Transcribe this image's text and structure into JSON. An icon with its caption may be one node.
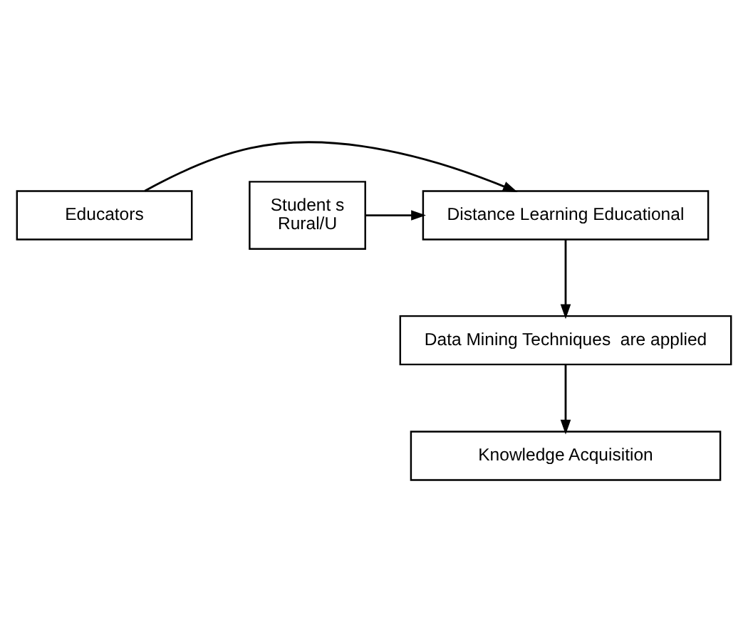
{
  "diagram": {
    "nodes": [
      {
        "text": [
          "Educators"
        ]
      },
      {
        "text": [
          "Distance Learning Educational"
        ]
      },
      {
        "text": [
          "Student s",
          "Rural/U"
        ]
      },
      {
        "text": [
          "Data Mining Techniques  are applied"
        ]
      },
      {
        "text": [
          "Knowledge Acquisition"
        ]
      }
    ],
    "edges": [
      {
        "from": 0,
        "to": 1,
        "arrow": "to"
      },
      {
        "from": 2,
        "to": 1,
        "arrow": "to"
      },
      {
        "from": 1,
        "to": 3,
        "arrow": "to"
      },
      {
        "from": 3,
        "to": 4,
        "arrow": "to"
      }
    ]
  }
}
